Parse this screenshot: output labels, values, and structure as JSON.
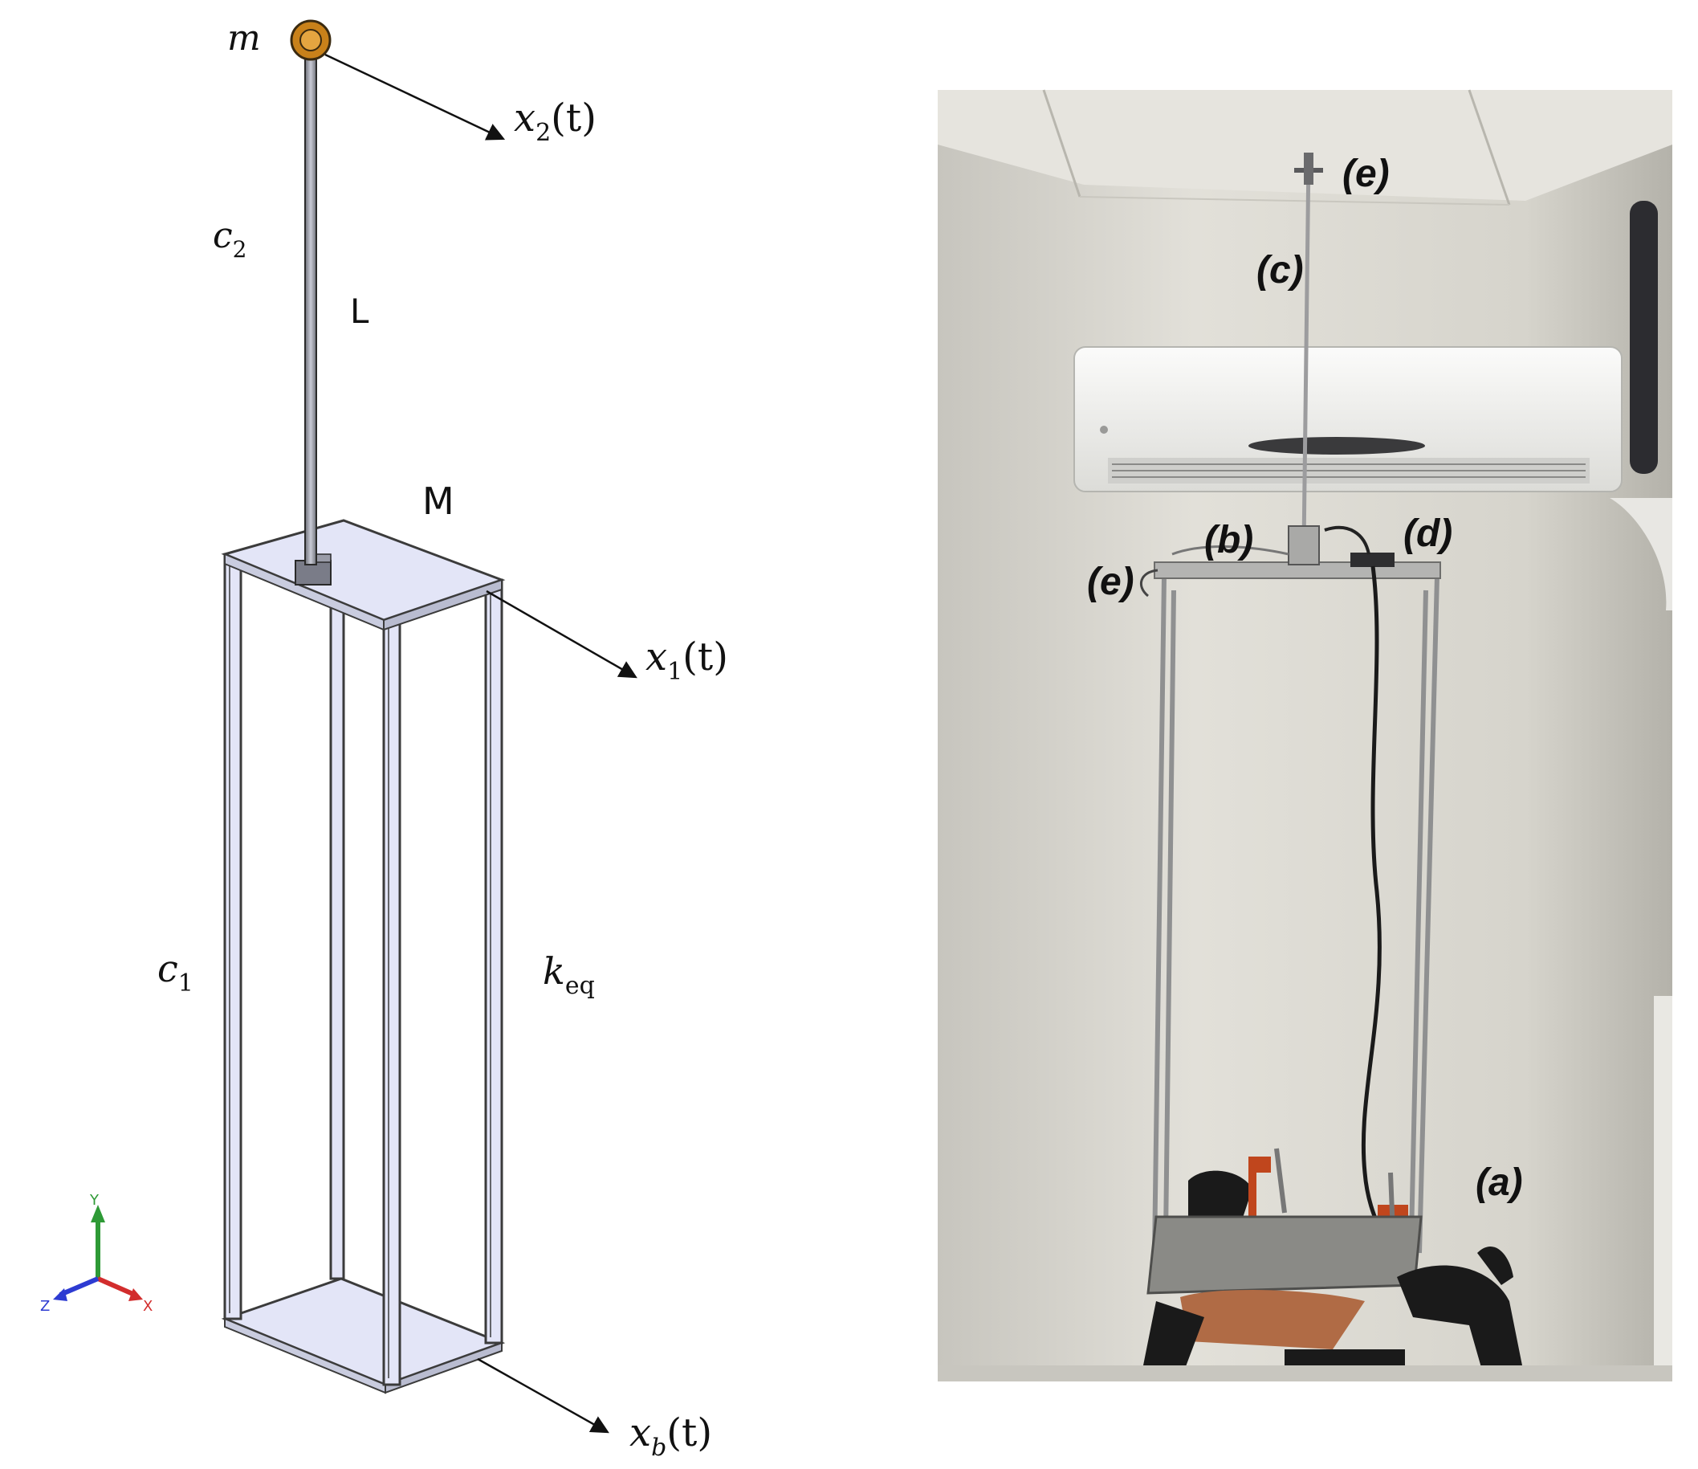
{
  "schematic": {
    "labels": {
      "m": "m",
      "x2": "x",
      "x2_sub": "2",
      "x2_arg": "(t)",
      "c2": "c",
      "c2_sub": "2",
      "L": "L",
      "M": "M",
      "x1": "x",
      "x1_sub": "1",
      "x1_arg": "(t)",
      "c1": "c",
      "c1_sub": "1",
      "keq": "k",
      "keq_sub": "eq",
      "xb": "x",
      "xb_sub": "b",
      "xb_arg": "(t)"
    },
    "triad": {
      "y": "Y",
      "x": "X",
      "z": "Z"
    },
    "colors": {
      "frame_fill": "#e3e5f7",
      "frame_edge": "#3b3b3b",
      "mass": "#c8811a",
      "axis_y": "#2e9a36",
      "axis_x": "#d22d2d",
      "axis_z": "#2d3bd2"
    }
  },
  "photo": {
    "labels": {
      "e_top": "(e)",
      "c": "(c)",
      "b": "(b)",
      "d": "(d)",
      "e_left": "(e)",
      "a": "(a)"
    },
    "colors": {
      "wall": "#d9d7d0",
      "ceiling": "#e6e4de",
      "ac_unit": "#f4f4f2",
      "base_plate": "#8a8a86",
      "clamp": "#c0461d",
      "stand": "#1a1a1a"
    }
  }
}
